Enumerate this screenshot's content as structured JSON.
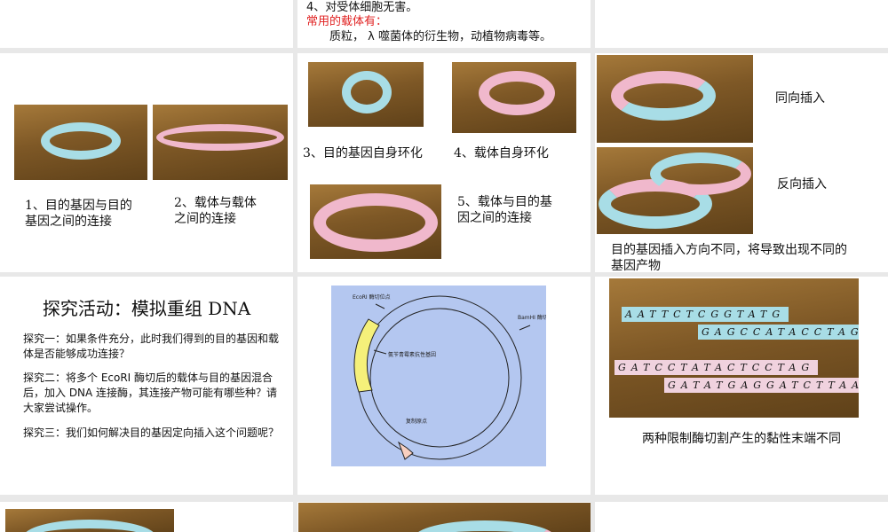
{
  "slide1": {
    "line4": "4、对受体细胞无害。",
    "heading": "常用的载体有：",
    "vectors": "质粒， λ 噬菌体的衍生物，动植物病毒等。"
  },
  "slide2": {
    "caption1": "1、目的基因与目的基因之间的连接",
    "caption2": "2、载体与载体之间的连接"
  },
  "slide3": {
    "caption3": "3、目的基因自身环化",
    "caption4": "4、载体自身环化",
    "caption5": "5、载体与目的基因之间的连接"
  },
  "slide4": {
    "same": "同向插入",
    "reverse": "反向插入",
    "note": "目的基因插入方向不同，将导致出现不同的基因产物"
  },
  "slide5": {
    "title": "探究活动：模拟重组 DNA",
    "q1": "探究一：如果条件充分，此时我们得到的目的基因和载体是否能够成功连接？",
    "q2": "探究二：将多个 EcoRI 酶切后的载体与目的基因混合后，加入 DNA 连接酶，其连接产物可能有哪些种？请大家尝试操作。",
    "q3": "探究三：我们如何解决目的基因定向插入这个问题呢？"
  },
  "slide6": {
    "ecori": "EcoRI 酶切位点",
    "bamhi": "BamHI 酶切位点",
    "amp": "氨苄青霉素抗性基因",
    "ori": "复制原点",
    "colors": {
      "bg": "#b4c7f0",
      "amp": "#f5f07a",
      "ori": "#f8cfc0"
    }
  },
  "slide7": {
    "seq1": "AATTCTCGGTATG",
    "seq2": "GAGCCATACCTAG",
    "seq3": "GATCCTATACTCCTAG",
    "seq4": "GATATGAGGATCTTAA",
    "caption": "两种限制酶切割产生的黏性末端不同"
  },
  "colors": {
    "blue_strip": "#a8dde6",
    "pink_strip": "#f0b8cc",
    "red_text": "#e02020"
  }
}
